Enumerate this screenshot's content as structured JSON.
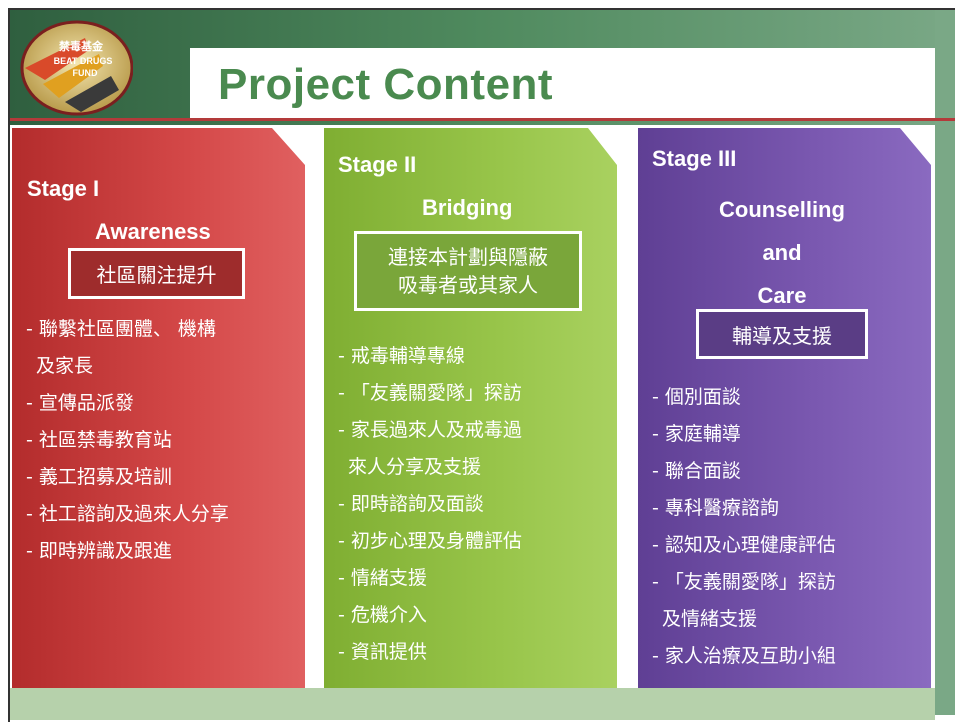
{
  "title": "Project Content",
  "logo": {
    "text_lines": [
      "禁毒基金",
      "BEAT DRUGS",
      "FUND"
    ]
  },
  "colors": {
    "stage1": "#c83a3a",
    "stage2": "#8dbb3c",
    "stage3": "#7050a5",
    "title": "#4a8a4f"
  },
  "stages": [
    {
      "label": "Stage I",
      "subtitle": "Awareness",
      "tag": "社區關注提升",
      "items": [
        "- 聯繫社區團體、 機構",
        "  及家長",
        "- 宣傳品派發",
        "- 社區禁毒教育站",
        "- 義工招募及培訓",
        "- 社工諮詢及過來人分享",
        "- 即時辨識及跟進"
      ]
    },
    {
      "label": "Stage II",
      "subtitle": "Bridging",
      "tag": "連接本計劃與隱蔽吸毒者或其家人",
      "tag_lines": [
        "連接本計劃與隱蔽",
        "吸毒者或其家人"
      ],
      "items": [
        "- 戒毒輔導專線",
        "- 「友義關愛隊」探訪",
        "- 家長過來人及戒毒過",
        "  來人分享及支援",
        "- 即時諮詢及面談",
        "- 初步心理及身體評估",
        "- 情緒支援",
        "- 危機介入",
        "- 資訊提供"
      ]
    },
    {
      "label": "Stage III",
      "subtitle_lines": [
        "Counselling",
        "and",
        "Care"
      ],
      "tag": "輔導及支援",
      "items": [
        "- 個別面談",
        "- 家庭輔導",
        "- 聯合面談",
        "- 專科醫療諮詢",
        "- 認知及心理健康評估",
        "- 「友義關愛隊」探訪",
        "  及情緒支援",
        "- 家人治療及互助小組"
      ]
    }
  ]
}
